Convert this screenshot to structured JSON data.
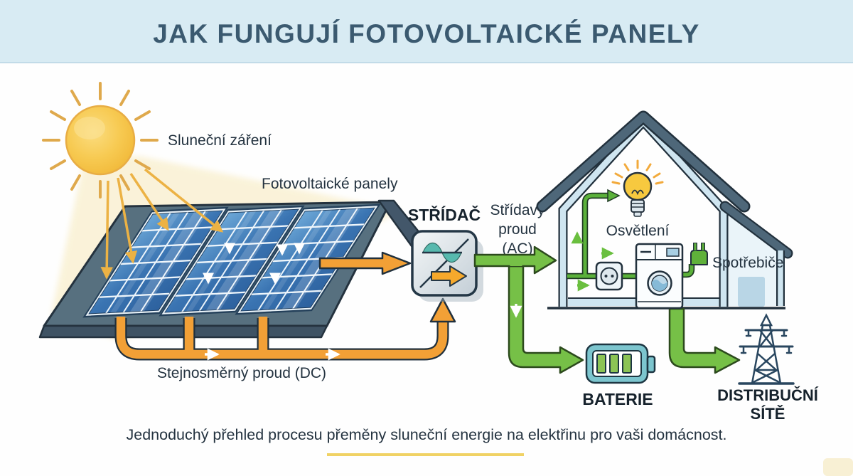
{
  "header": {
    "title": "JAK FUNGUJÍ FOTOVOLTAICKÉ PANELY"
  },
  "diagram": {
    "sun_label": "Sluneční záření",
    "panels_label": "Fotovoltaické panely",
    "inverter_label": "STŘÍDAČ",
    "ac_label_line1": "Střídavý",
    "ac_label_line2": "proud",
    "ac_label_line3": "(AC)",
    "dc_label": "Stejnosměrný proud (DC)",
    "lighting_label": "Osvětlení",
    "appliances_label": "Spotřebiče",
    "battery_label": "BATERIE",
    "grid_label_line1": "DISTRIBUČNÍ",
    "grid_label_line2": "SÍTĚ"
  },
  "caption": "Jednoduchý přehled procesu přeměny sluneční energie na elektřinu pro vaši domácnost.",
  "colors": {
    "header_bg": "#d8ebf3",
    "title_text": "#3b5a70",
    "accent_orange": "#f2a036",
    "accent_green": "#76c047",
    "sun_yellow": "#f7cb52",
    "panel_blue": "#3a74b2",
    "slate_gray": "#52697b",
    "outline_navy": "#24323e",
    "battery_teal": "#7cc5ce",
    "underline_yellow": "#f0d264"
  }
}
